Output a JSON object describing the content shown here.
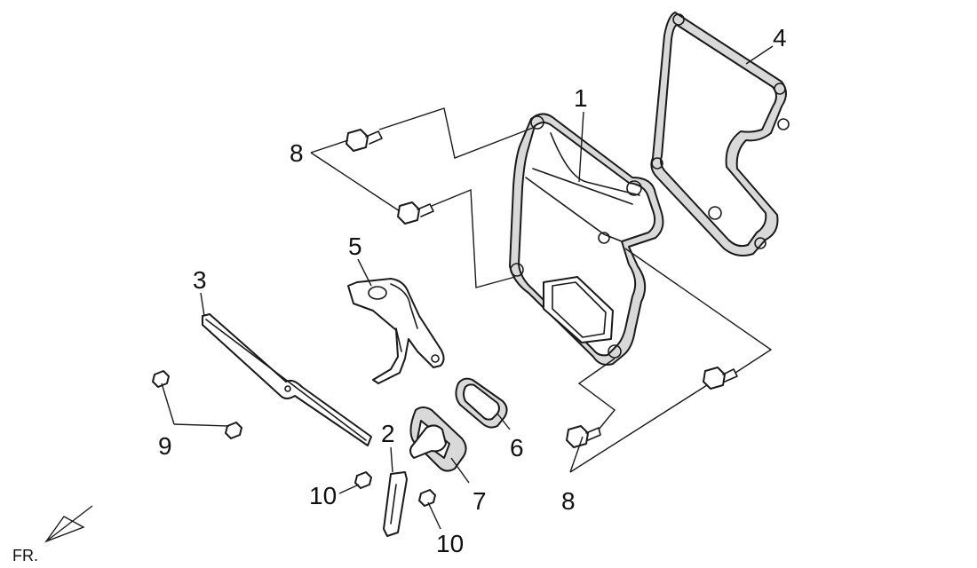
{
  "callouts": {
    "p1": "1",
    "p2": "2",
    "p3": "3",
    "p4": "4",
    "p5": "5",
    "p6": "6",
    "p7": "7",
    "p8a": "8",
    "p8b": "8",
    "p9": "9",
    "p10a": "10",
    "p10b": "10"
  },
  "orientation": {
    "label": "FR."
  },
  "colors": {
    "line": "#1a1a1a",
    "fill": "#ffffff",
    "shade": "#d9d9d9"
  }
}
